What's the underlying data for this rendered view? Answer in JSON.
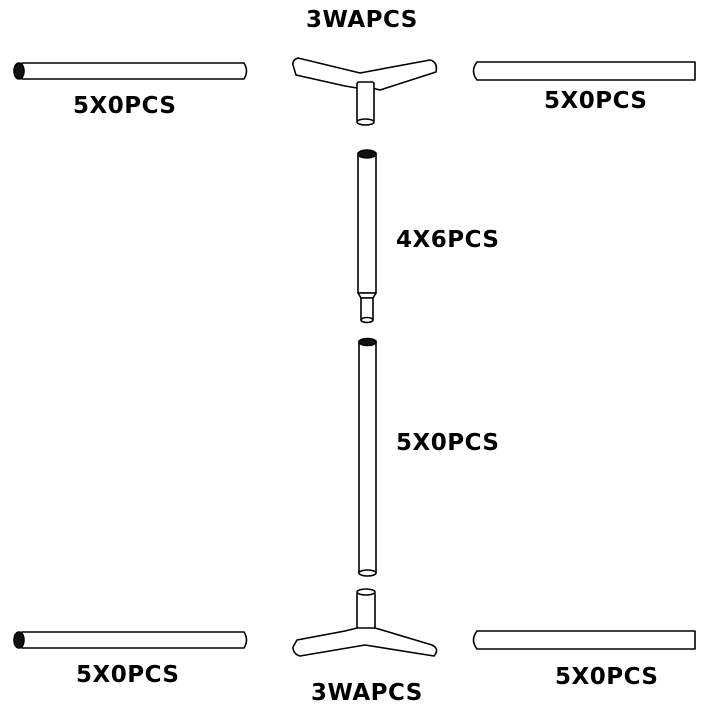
{
  "labels": {
    "top_connector": "3WAPCS",
    "top_left_tube": "5X0PCS",
    "top_right_tube": "5X0PCS",
    "upper_pole": "4X6PCS",
    "lower_pole": "5X0PCS",
    "bottom_left_tube": "5X0PCS",
    "bottom_right_tube": "5X0PCS",
    "bottom_connector": "3WAPCS"
  },
  "colors": {
    "stroke": "#000000",
    "fill": "#ffffff",
    "cap": "#111111"
  }
}
